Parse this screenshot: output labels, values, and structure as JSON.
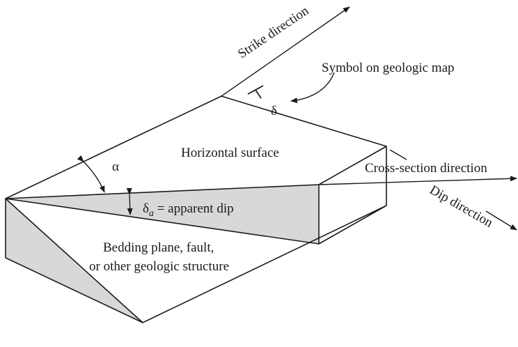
{
  "labels": {
    "strike_direction": "Strike direction",
    "symbol_on_map": "Symbol on geologic map",
    "delta": "δ",
    "alpha": "α",
    "horizontal_surface": "Horizontal surface",
    "cross_section_direction": "Cross-section direction",
    "dip_direction": "Dip direction",
    "apparent_dip_symbol": "δ",
    "apparent_dip_subscript": "a",
    "apparent_dip_text": " = apparent dip",
    "bedding_line1": "Bedding plane, fault,",
    "bedding_line2": "or other geologic structure"
  },
  "colors": {
    "shading": "#d8d8d8",
    "stroke": "#1a1a1a"
  }
}
